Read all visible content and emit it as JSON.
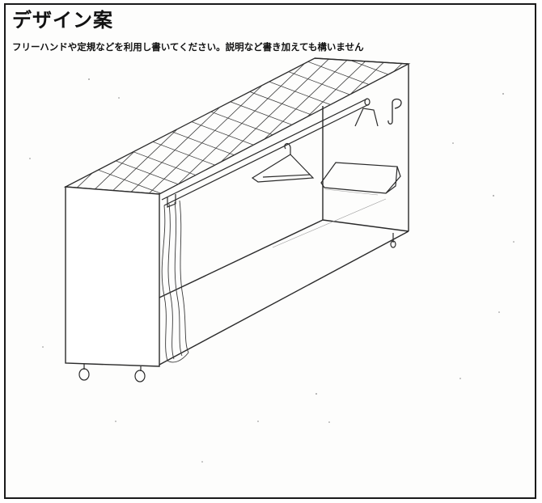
{
  "form": {
    "title": "デザイン案",
    "instructions": "フリーハンドや定規などを利用し書いてください。説明など書き加えても構いません"
  },
  "sketch": {
    "subject": "ハンガーラック付き収納家具",
    "line_color": "#2a2a2a",
    "paper_color": "#fdfdfc"
  }
}
